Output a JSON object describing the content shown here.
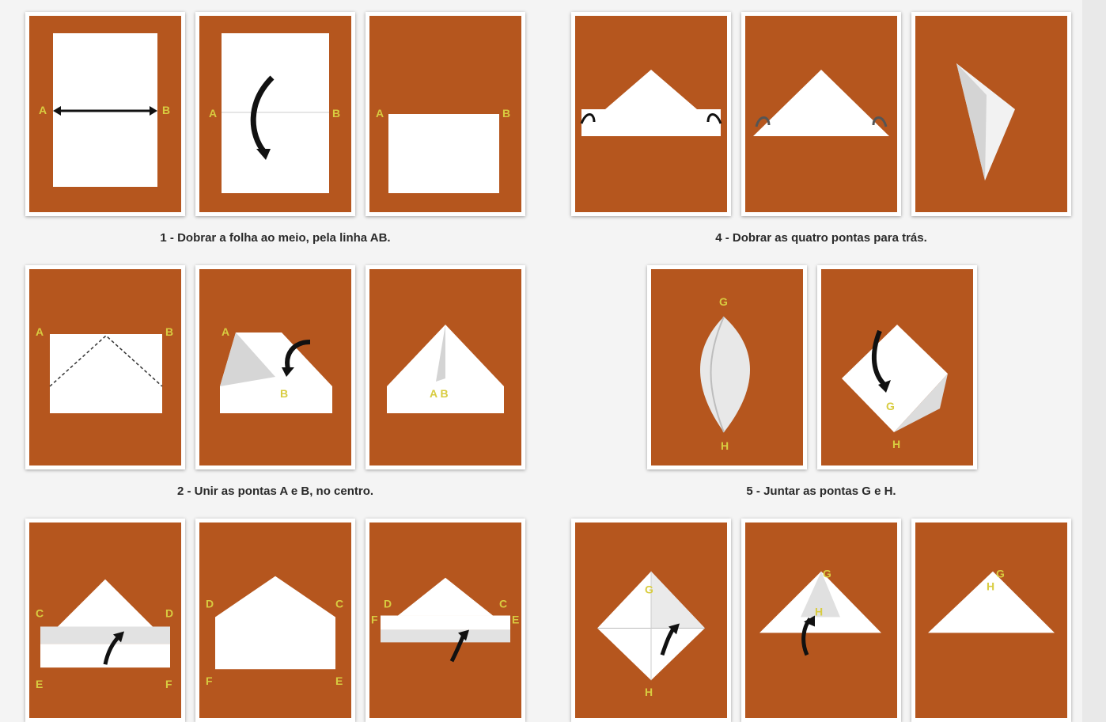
{
  "captions": {
    "step1": "1 - Dobrar a folha ao meio, pela linha AB.",
    "step2": "2 - Unir as pontas A e B, no centro.",
    "step4": "4 - Dobrar as quatro pontas para trás.",
    "step5": "5 - Juntar as pontas G e H."
  },
  "labels": {
    "A": "A",
    "B": "B",
    "C": "C",
    "D": "D",
    "E": "E",
    "F": "F",
    "G": "G",
    "H": "H",
    "AB": "A B"
  },
  "colors": {
    "wood": "#b5561e",
    "paper": "#ffffff",
    "label": "#c9c23a",
    "arrow": "#111111"
  }
}
